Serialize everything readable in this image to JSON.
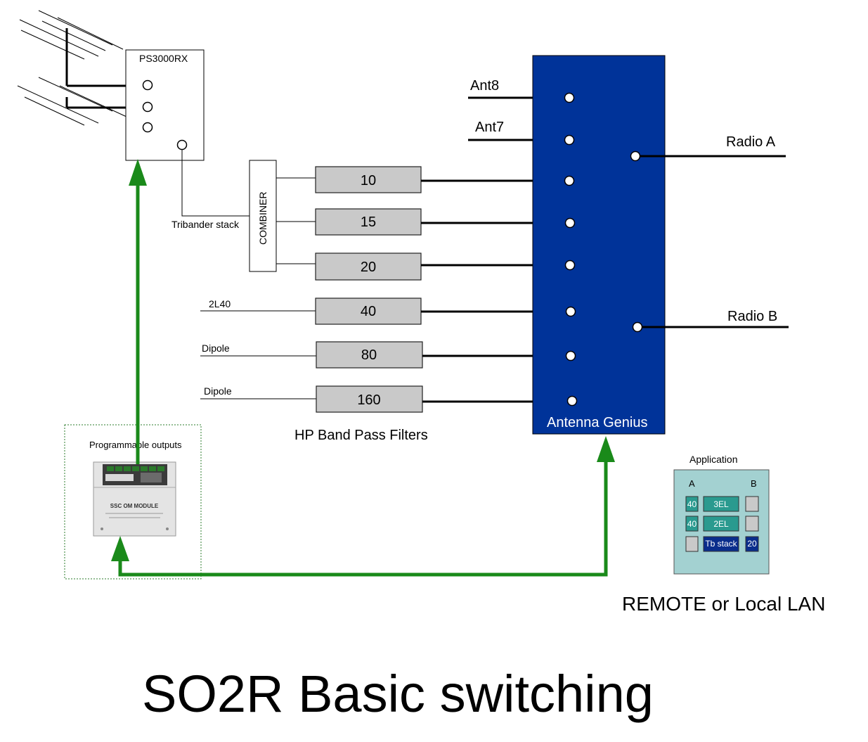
{
  "title": "SO2R Basic switching",
  "ps3000rx": {
    "label": "PS3000RX"
  },
  "combiner": {
    "label": "COMBINER"
  },
  "tribander_label": "Tribander stack",
  "antenna_inputs": {
    "ant8": "Ant8",
    "ant7": "Ant7",
    "l40": "2L40",
    "dipole80": "Dipole",
    "dipole160": "Dipole"
  },
  "filters": {
    "f10": "10",
    "f15": "15",
    "f20": "20",
    "f40": "40",
    "f80": "80",
    "f160": "160"
  },
  "filters_caption": "HP Band Pass Filters",
  "antenna_genius": {
    "label": "Antenna Genius",
    "color": "#003399"
  },
  "radios": {
    "a": "Radio A",
    "b": "Radio B"
  },
  "module": {
    "label": "Programmable outputs",
    "name": "SSC OM MODULE"
  },
  "application": {
    "title": "Application",
    "col_a": "A",
    "col_b": "B",
    "rows": [
      {
        "a": "40",
        "mid": "3EL",
        "b": ""
      },
      {
        "a": "40",
        "mid": "2EL",
        "b": ""
      },
      {
        "a": "",
        "mid": "Tb stack",
        "b": "20"
      }
    ],
    "bg_color": "#a3d1d1",
    "teal_color": "#2a9a8f",
    "navy_color": "#0a2d8c"
  },
  "network_label": "REMOTE or Local LAN",
  "arrow_color": "#1a8a1a"
}
